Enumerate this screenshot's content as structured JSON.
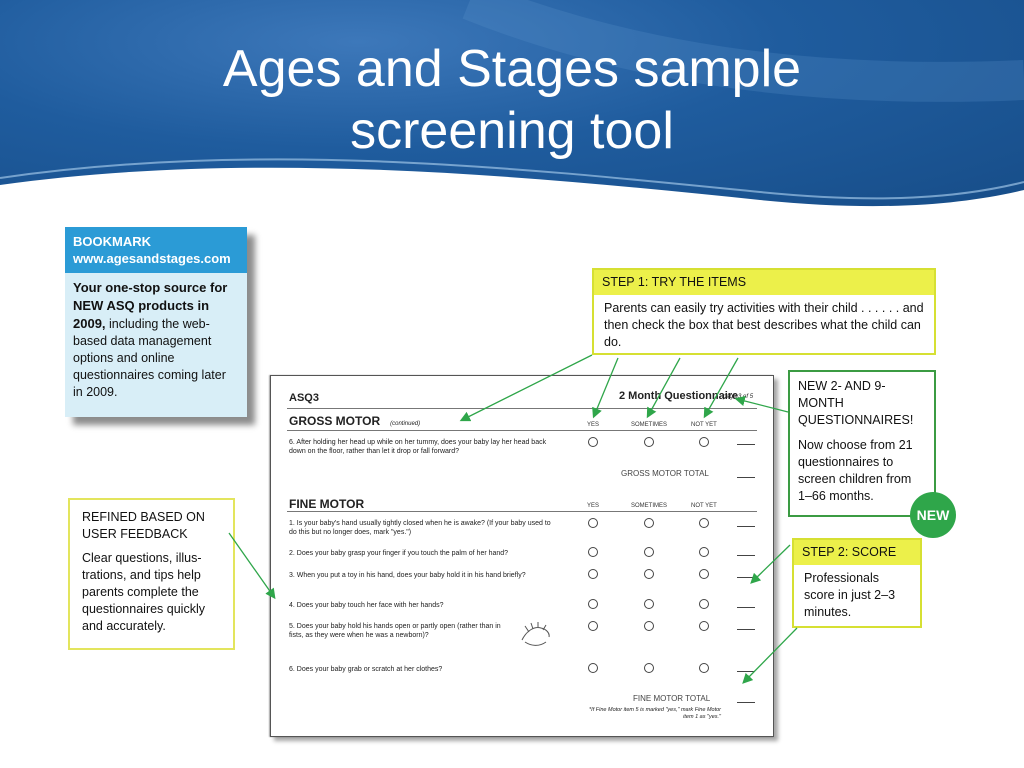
{
  "slide": {
    "title_line1": "Ages and Stages sample",
    "title_line2": "screening tool"
  },
  "bookmark": {
    "header": "BOOKMARK",
    "url": "www.agesandstages.com",
    "bold_text": "Your one-stop source for NEW ASQ products in 2009,",
    "text": "including the web-based data management options and online questionnaires coming later in 2009."
  },
  "step1": {
    "heading": "STEP 1: TRY THE ITEMS",
    "body": "Parents can easily try activities with their child . . . . . . and then check the box that best describes what the child can do."
  },
  "new_questionnaires": {
    "heading": "NEW 2- AND 9-MONTH QUESTIONNAIRES!",
    "body": "Now choose from 21 questionnaires to screen children from 1–66 months.",
    "badge": "NEW"
  },
  "refined": {
    "heading": "REFINED BASED ON USER FEEDBACK",
    "body": "Clear questions, illus-trations, and tips help parents complete the questionnaires quickly and accurately."
  },
  "step2": {
    "heading": "STEP 2: SCORE",
    "body": "Professionals score in just 2–3 minutes."
  },
  "questionnaire": {
    "logo": "ASQ3",
    "title": "2 Month Questionnaire",
    "page": "page 3 of 5",
    "columns": [
      "YES",
      "SOMETIMES",
      "NOT YET"
    ],
    "gross_motor": {
      "heading": "GROSS MOTOR",
      "continued": "(continued)",
      "items": [
        "6.  After holding her head up while on her tummy, does your baby lay her head back down on the floor, rather than let it drop or fall forward?"
      ],
      "total": "GROSS MOTOR TOTAL"
    },
    "fine_motor": {
      "heading": "FINE MOTOR",
      "items": [
        "1.  Is your baby's hand usually tightly closed when he is awake? (If your baby used to do this but no longer does, mark \"yes.\")",
        "2.  Does your baby grasp your finger if you touch the palm of her hand?",
        "3.  When you put a toy in his hand, does your baby hold it in his hand briefly?",
        "4.  Does your baby touch her face with her hands?",
        "5.  Does your baby hold his hands open or partly open (rather than in fists, as they were when he was a newborn)?",
        "6.  Does your baby grab or scratch at her clothes?"
      ],
      "total": "FINE MOTOR TOTAL",
      "note": "*If Fine Motor item 5 is marked \"yes,\" mark Fine Motor item 1 as \"yes.\""
    }
  },
  "colors": {
    "header_blue": "#1f5c9e",
    "bookmark_blue": "#2b9bd6",
    "step_yellow": "#ecf04a",
    "arrow_green": "#2fa64a"
  }
}
